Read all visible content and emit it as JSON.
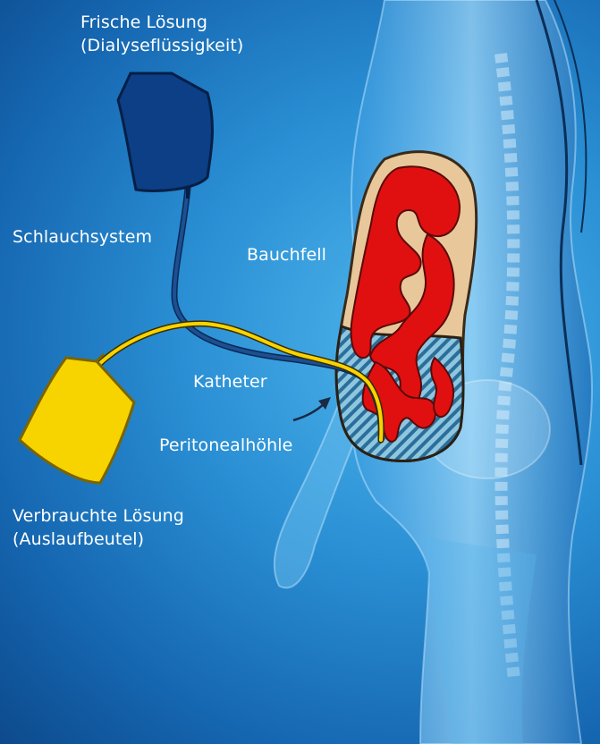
{
  "labels": {
    "fresh_line1": "Frische Lösung",
    "fresh_line2": "(Dialyseflüssigkeit)",
    "tubing": "Schlauchsystem",
    "peritoneum": "Bauchfell",
    "catheter": "Katheter",
    "cavity": "Peritonealhöhle",
    "used_line1": "Verbrauchte Lösung",
    "used_line2": "(Auslaufbeutel)"
  },
  "colors": {
    "background": "#1f7fc8",
    "fresh_bag": "#0c3f86",
    "used_bag": "#f7d400",
    "organ_red": "#e01010",
    "peritoneum_beige": "#e8c89a",
    "cavity_stripe": "#6fb6d8",
    "text": "#ffffff"
  }
}
